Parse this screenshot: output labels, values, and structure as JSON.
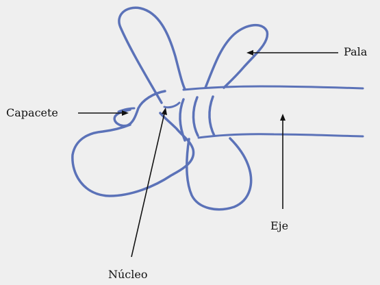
{
  "labels": {
    "pala": "Pala",
    "capacete": "Capacete",
    "eje": "Eje",
    "nucleo": "Núcleo"
  },
  "colors": {
    "background": "#efefef",
    "drawing": "#5b72b8",
    "pointer": "#111111"
  }
}
